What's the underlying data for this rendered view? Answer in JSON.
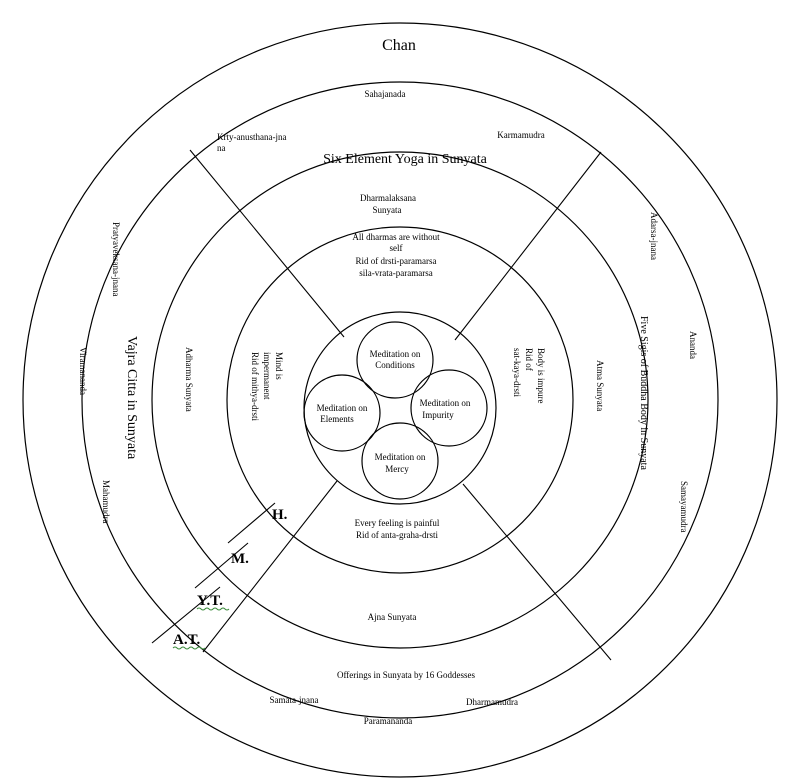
{
  "title": "Chan",
  "ring1": {
    "top": "Sahajanada",
    "upper_left": "Krty-anusthana-jna",
    "upper_left_cont": "na",
    "upper_right": "Karmamudra",
    "left_upper": "Pratyaveksana-jnana",
    "left_mid": "Viramananda",
    "left_lower": "Mahamudra",
    "right_upper": "Adarsa-jnana",
    "right_mid": "Ananda",
    "right_lower": "Samayamudra",
    "bottom_left": "Samata-jnana",
    "bottom_right": "Dharmamudra",
    "bottom": "Paramananda"
  },
  "ring2": {
    "top": "Six Element Yoga in Sunyata",
    "left": "Vajra Citta in Sunyata",
    "right": "Five Sigis of Buddha Body in Sunyata",
    "bottom": "Offerings in Sunyata by 16 Goddesses"
  },
  "ring3": {
    "top_line1": "Dharmalaksana",
    "top_line2": "Sunyata",
    "left": "Adharma Sunyata",
    "right": "Atma Sunyata",
    "bottom": "Ajna Sunyata"
  },
  "ring4": {
    "top_line1": "All dharmas are without",
    "top_line2": "self",
    "top_line3": "Rid of drsti-paramarsa",
    "top_line4": "sila-vrata-paramarsa",
    "left_line1": "Mind is",
    "left_line2": "impermanent",
    "left_line3": "Rid of mithya-drsti",
    "right_line1": "Body is impure",
    "right_line2": "Rid of",
    "right_line3": "sat-kaya-drsti",
    "bottom_line1": "Every feeling is painful",
    "bottom_line2": "Rid of anta-graha-drsti"
  },
  "center": {
    "conditions_1": "Meditation on",
    "conditions_2": "Conditions",
    "elements_1": "Meditation on",
    "elements_2": "Elements",
    "impurity_1": "Meditation on",
    "impurity_2": "Impurity",
    "mercy_1": "Meditation on",
    "mercy_2": "Mercy"
  },
  "levels": {
    "h": "H.",
    "m": "M.",
    "yt": "Y.T.",
    "at": "A.T."
  }
}
